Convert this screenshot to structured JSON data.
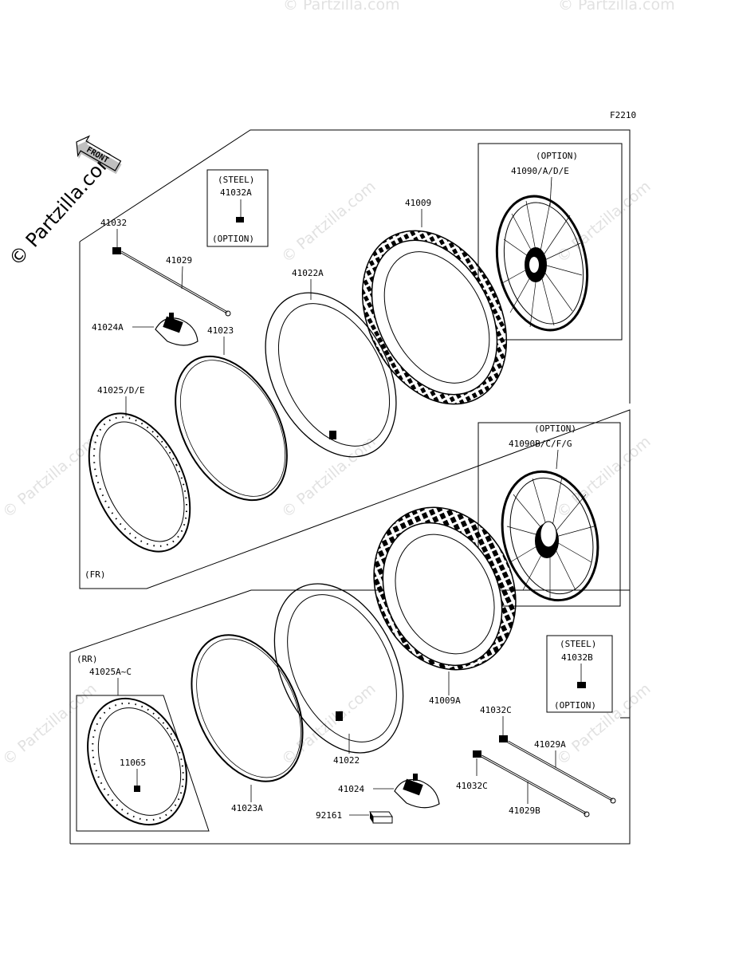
{
  "diagram_code": "F2210",
  "front_arrow_label": "FRONT",
  "watermark": "© Partzilla.com",
  "section_labels": {
    "front": "(FR)",
    "rear": "(RR)"
  },
  "option_boxes": {
    "steel_front": {
      "top": "(STEEL)",
      "part": "41032A",
      "bottom": "(OPTION)"
    },
    "steel_rear": {
      "top": "(STEEL)",
      "part": "41032B",
      "bottom": "(OPTION)"
    },
    "wheel_front": {
      "top": "(OPTION)",
      "part": "41090/A/D/E"
    },
    "wheel_rear": {
      "top": "(OPTION)",
      "part": "41090B/C/F/G"
    }
  },
  "parts": {
    "p41032": "41032",
    "p41029": "41029",
    "p41022A": "41022A",
    "p41009": "41009",
    "p41024A": "41024A",
    "p41023": "41023",
    "p41025DE": "41025/D/E",
    "p41025AC": "41025A~C",
    "p11065": "11065",
    "p41023A": "41023A",
    "p41022": "41022",
    "p41009A": "41009A",
    "p41032C_1": "41032C",
    "p41032C_2": "41032C",
    "p41029A": "41029A",
    "p41029B": "41029B",
    "p41024": "41024",
    "p92161": "92161"
  }
}
